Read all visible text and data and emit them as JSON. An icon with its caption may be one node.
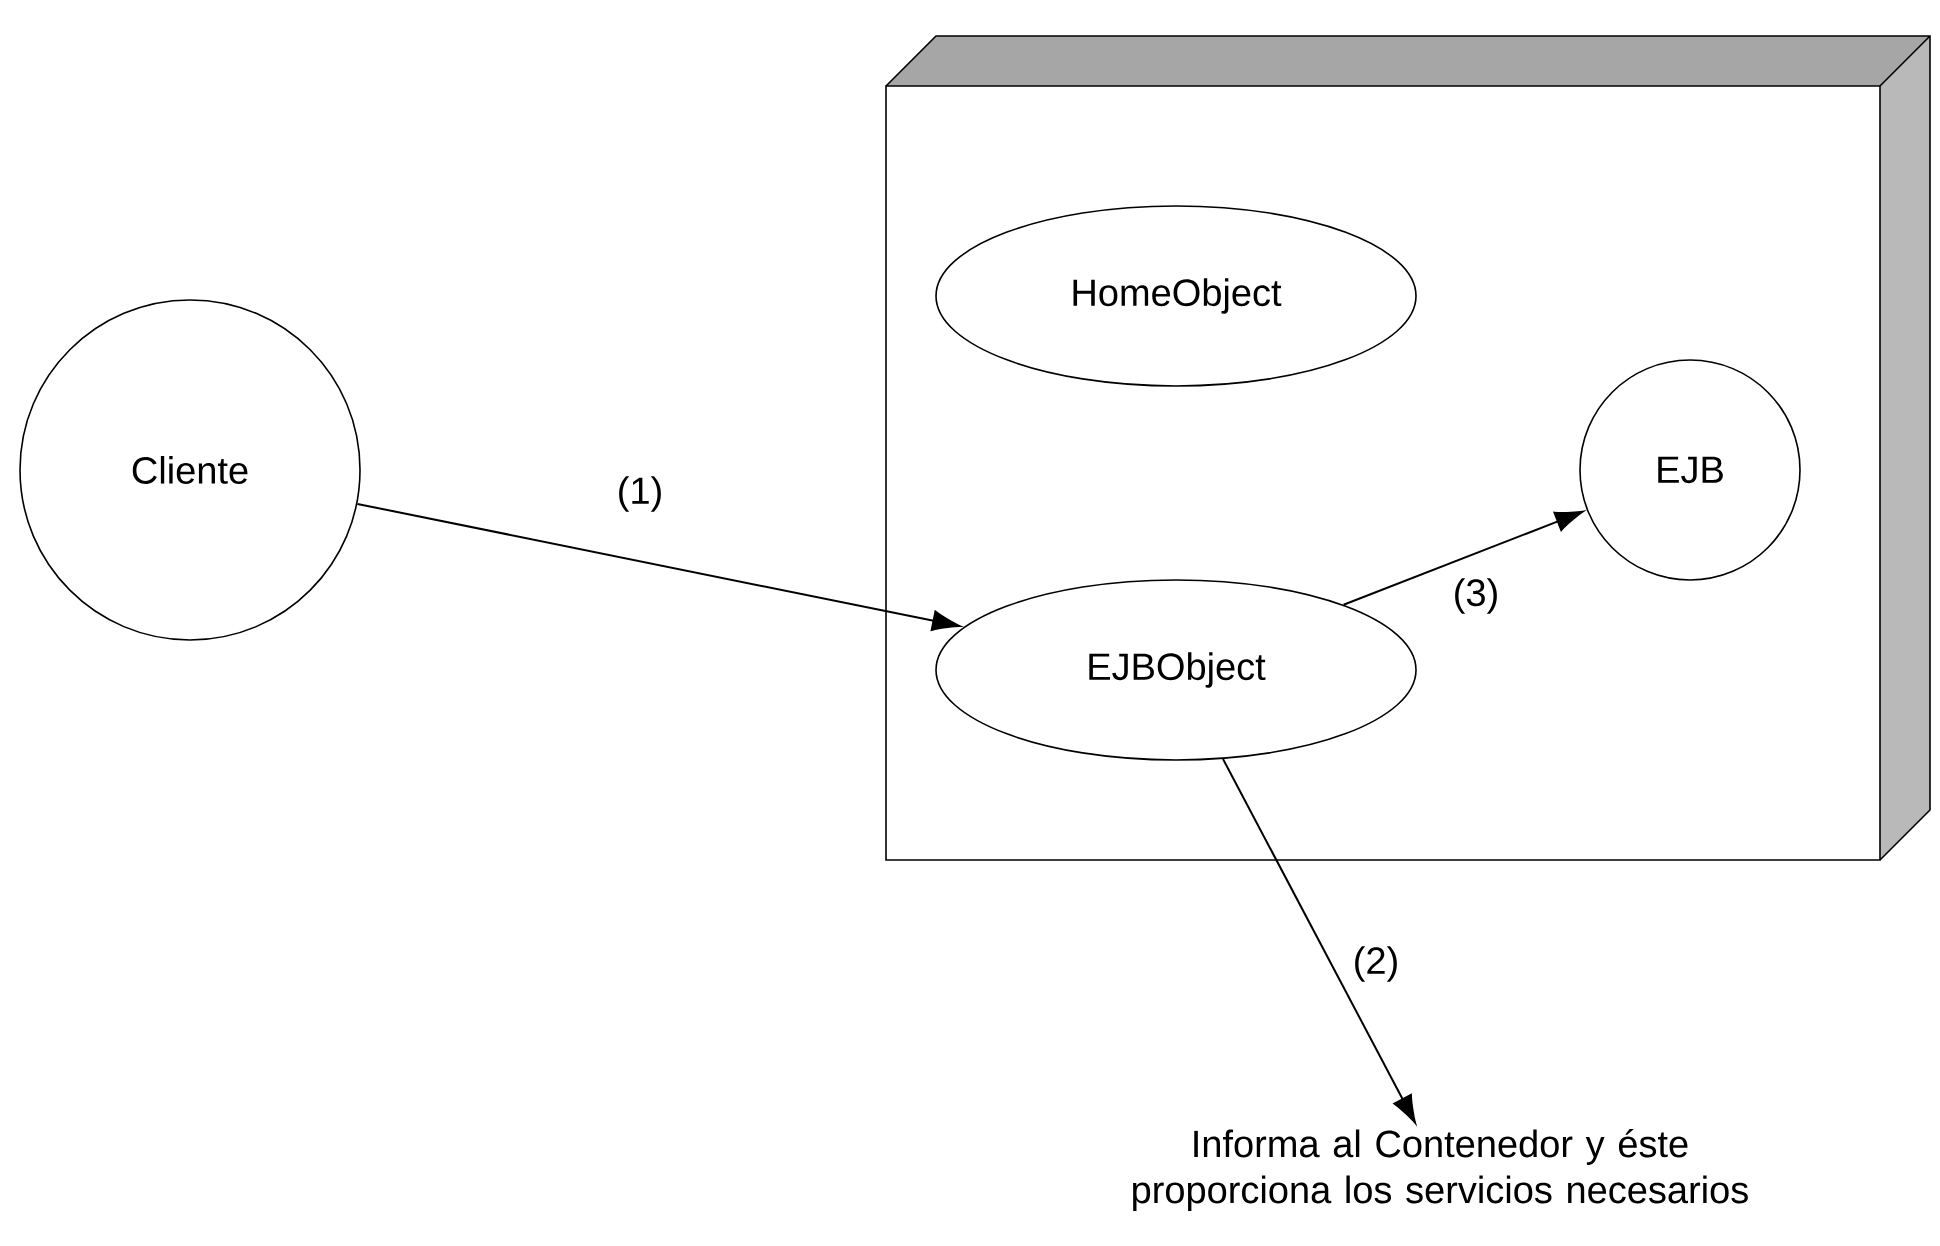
{
  "diagram": {
    "nodes": [
      {
        "text": [],
        "shape": "box"
      },
      {
        "text": [
          "Cliente"
        ]
      },
      {
        "text": [
          "HomeObject"
        ],
        "in": 0
      },
      {
        "text": [
          "EJBObject"
        ],
        "in": 0
      },
      {
        "text": [
          "EJB"
        ],
        "in": 0
      },
      {
        "text": [
          "Informa al Contenedor y éste proporciona los servicios necesarios"
        ]
      }
    ],
    "edges": [
      {
        "from": 1,
        "to": 3,
        "arrow": "to",
        "label": "(1)"
      },
      {
        "from": 3,
        "to": 5,
        "arrow": "to",
        "label": "(2)"
      },
      {
        "from": 3,
        "to": 4,
        "arrow": "to",
        "label": "(3)"
      }
    ]
  }
}
